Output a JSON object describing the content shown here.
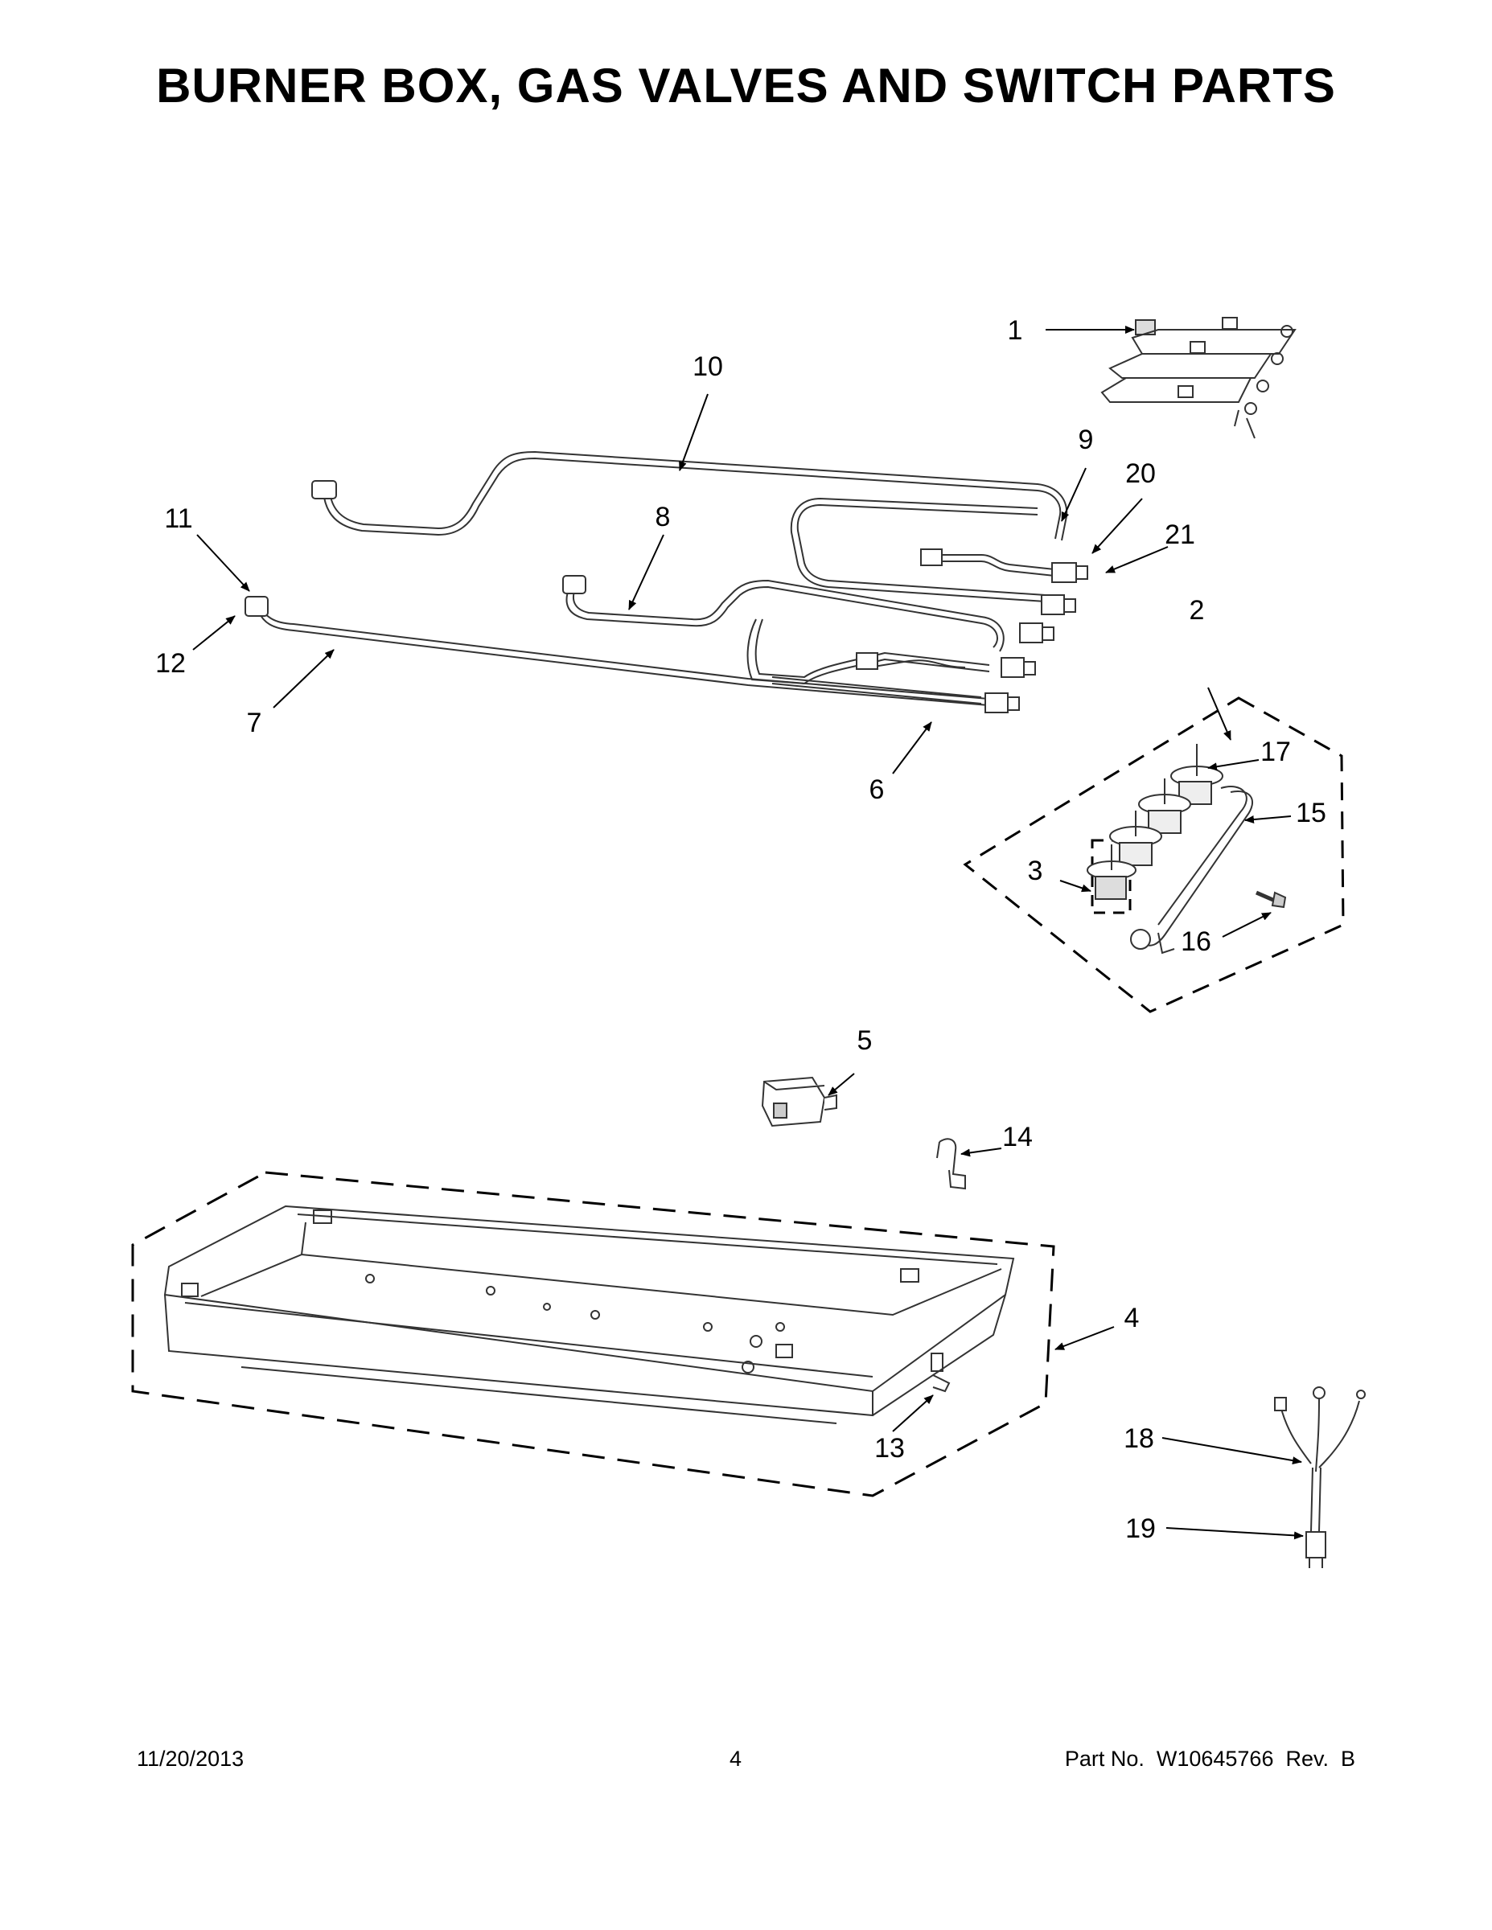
{
  "title": "BURNER BOX, GAS VALVES AND SWITCH PARTS",
  "callouts": {
    "c1": "1",
    "c2": "2",
    "c3": "3",
    "c4": "4",
    "c5": "5",
    "c6": "6",
    "c7": "7",
    "c8": "8",
    "c9": "9",
    "c10": "10",
    "c11": "11",
    "c12": "12",
    "c13": "13",
    "c14": "14",
    "c15": "15",
    "c16": "16",
    "c17": "17",
    "c18": "18",
    "c19": "19",
    "c20": "20",
    "c21": "21"
  },
  "footer": {
    "date": "11/20/2013",
    "page": "4",
    "part": "Part No.  W10645766  Rev.  B"
  }
}
